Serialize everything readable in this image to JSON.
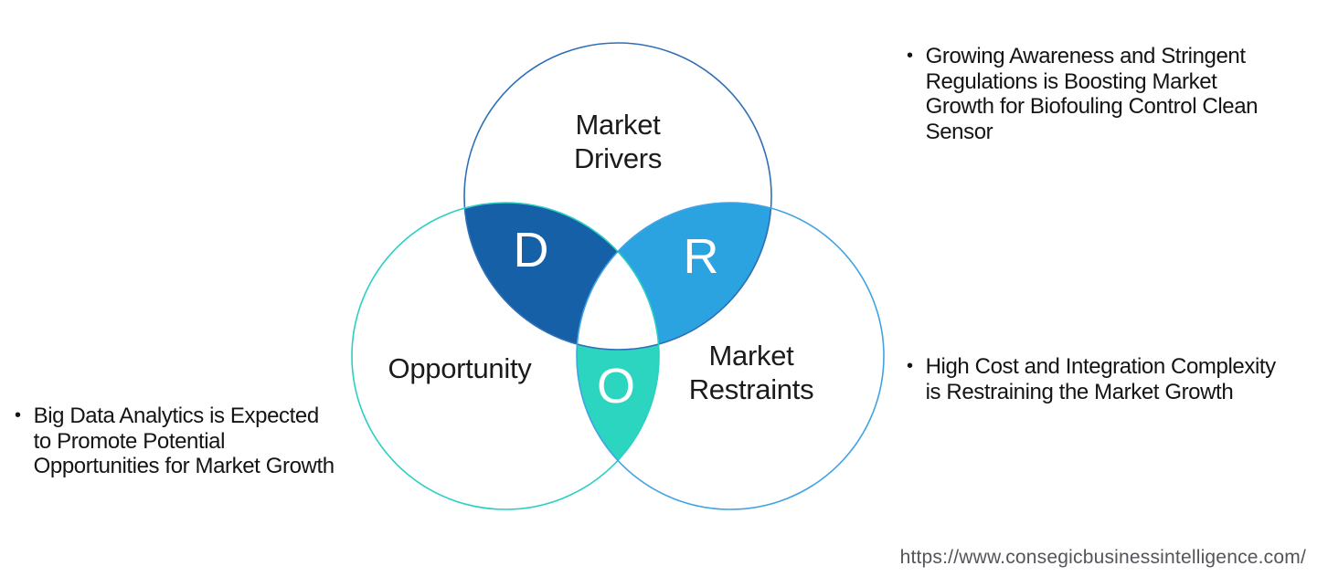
{
  "page": {
    "background": "#ffffff"
  },
  "venn": {
    "drivers": {
      "name_label": "Market\nDrivers",
      "letter": "D",
      "stroke": "#2E6FB7",
      "fill": "#1660A8"
    },
    "opportunity": {
      "name_label": "Opportunity",
      "letter": "O",
      "stroke": "#2BCFC4",
      "fill": "#2BD5BF"
    },
    "restraints": {
      "name_label": "Market\nRestraints",
      "letter": "R",
      "stroke": "#41A3E4",
      "fill": "#2BA3E0"
    },
    "center_fill": "#FFFFFF"
  },
  "bullets": {
    "marker": "•",
    "drivers_note": "Growing Awareness and Stringent\nRegulations is Boosting Market\nGrowth for Biofouling Control Clean\nSensor",
    "restraints_note": "High Cost and Integration Complexity\nis Restraining the Market Growth",
    "opportunity_note": "Big Data Analytics is Expected\nto Promote Potential\nOpportunities for Market Growth"
  },
  "footer": {
    "url": "https://www.consegicbusinessintelligence.com/"
  }
}
